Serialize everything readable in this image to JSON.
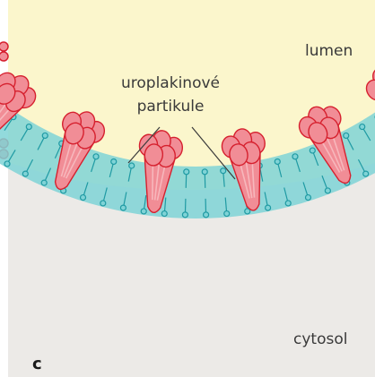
{
  "labels": {
    "lumen": "lumen",
    "particles_line1": "uroplakinové",
    "particles_line2": "partikule",
    "cytosol": "cytosol",
    "panel": "c"
  },
  "colors": {
    "lumen": "#fbf6cc",
    "cytosol": "#eceae7",
    "plaque_fill": "#f18d96",
    "plaque_stroke": "#d6202e",
    "plaque_highlight": "#f7b7bc",
    "lipid_fill": "#7fd3d6",
    "lipid_stroke": "#1f9aa3",
    "edge_mark": "#e0454e",
    "text": "#3a3a3a"
  }
}
